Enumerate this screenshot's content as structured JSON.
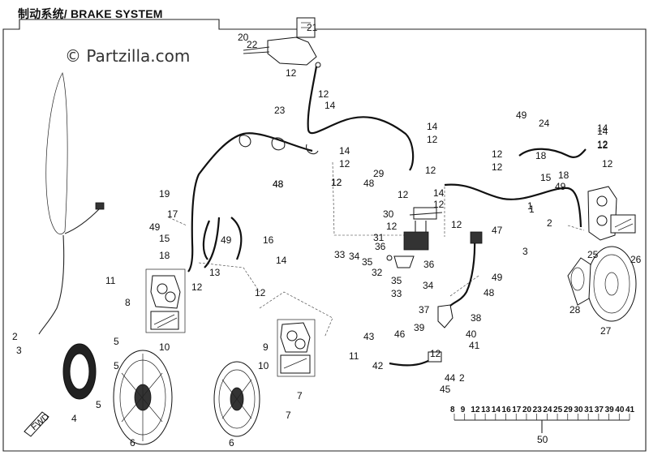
{
  "title": "制动系统/ BRAKE SYSTEM",
  "watermark": "© Partzilla.com",
  "kit": {
    "label": "50",
    "items": [
      "8",
      "9",
      "12",
      "13",
      "14",
      "16",
      "17",
      "20",
      "23",
      "24",
      "25",
      "29",
      "30",
      "31",
      "37",
      "39",
      "40",
      "41"
    ]
  },
  "callouts": [
    {
      "t": "20"
    },
    {
      "t": "22"
    },
    {
      "t": "21"
    },
    {
      "t": "12"
    },
    {
      "t": "12"
    },
    {
      "t": "14"
    },
    {
      "t": "23"
    },
    {
      "t": "14"
    },
    {
      "t": "12"
    },
    {
      "t": "49"
    },
    {
      "t": "12"
    },
    {
      "t": "24"
    },
    {
      "t": "14"
    },
    {
      "t": "12"
    },
    {
      "t": "14"
    },
    {
      "t": "12"
    },
    {
      "t": "48"
    },
    {
      "t": "12"
    },
    {
      "t": "29"
    },
    {
      "t": "12"
    },
    {
      "t": "48"
    },
    {
      "t": "12"
    },
    {
      "t": "14"
    },
    {
      "t": "12"
    },
    {
      "t": "18"
    },
    {
      "t": "12"
    },
    {
      "t": "15"
    },
    {
      "t": "18"
    },
    {
      "t": "49"
    },
    {
      "t": "12"
    },
    {
      "t": "14"
    },
    {
      "t": "12"
    },
    {
      "t": "48"
    },
    {
      "t": "12"
    },
    {
      "t": "19"
    },
    {
      "t": "17"
    },
    {
      "t": "49"
    },
    {
      "t": "15"
    },
    {
      "t": "49"
    },
    {
      "t": "16"
    },
    {
      "t": "1"
    },
    {
      "t": "2"
    },
    {
      "t": "30"
    },
    {
      "t": "12"
    },
    {
      "t": "12"
    },
    {
      "t": "47"
    },
    {
      "t": "31"
    },
    {
      "t": "18"
    },
    {
      "t": "14"
    },
    {
      "t": "33"
    },
    {
      "t": "34"
    },
    {
      "t": "36"
    },
    {
      "t": "35"
    },
    {
      "t": "36"
    },
    {
      "t": "32"
    },
    {
      "t": "13"
    },
    {
      "t": "12"
    },
    {
      "t": "12"
    },
    {
      "t": "11"
    },
    {
      "t": "8"
    },
    {
      "t": "35"
    },
    {
      "t": "34"
    },
    {
      "t": "33"
    },
    {
      "t": "49"
    },
    {
      "t": "48"
    },
    {
      "t": "3"
    },
    {
      "t": "25"
    },
    {
      "t": "26"
    },
    {
      "t": "28"
    },
    {
      "t": "1"
    },
    {
      "t": "37"
    },
    {
      "t": "38"
    },
    {
      "t": "27"
    },
    {
      "t": "39"
    },
    {
      "t": "40"
    },
    {
      "t": "41"
    },
    {
      "t": "10"
    },
    {
      "t": "2"
    },
    {
      "t": "3"
    },
    {
      "t": "5"
    },
    {
      "t": "9"
    },
    {
      "t": "11"
    },
    {
      "t": "43"
    },
    {
      "t": "46"
    },
    {
      "t": "12"
    },
    {
      "t": "5"
    },
    {
      "t": "10"
    },
    {
      "t": "42"
    },
    {
      "t": "44"
    },
    {
      "t": "2"
    },
    {
      "t": "45"
    },
    {
      "t": "5"
    },
    {
      "t": "7"
    },
    {
      "t": "4"
    },
    {
      "t": "6"
    },
    {
      "t": "7"
    },
    {
      "t": "6"
    }
  ]
}
